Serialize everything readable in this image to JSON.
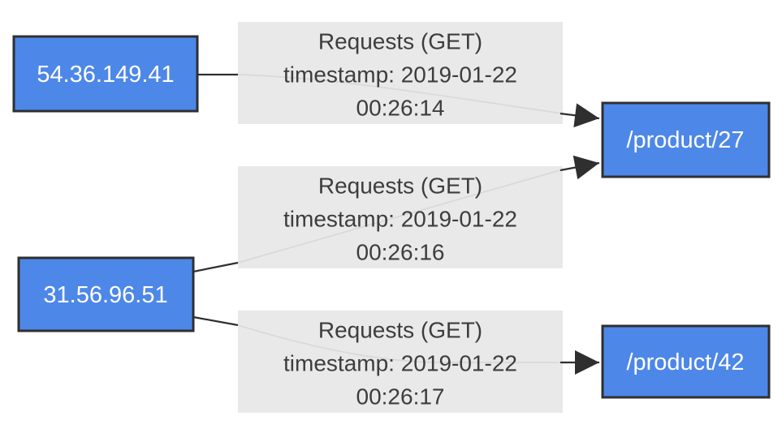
{
  "colors": {
    "node_fill": "#4d87e8",
    "node_border": "#2f2f2f",
    "node_text": "#ffffff",
    "label_bg": "#e9e9e9",
    "label_text": "#3d3d3d",
    "edge_dark": "#2f2f2f",
    "edge_light": "#d9d9d9"
  },
  "nodes": {
    "ip1": {
      "label": "54.36.149.41"
    },
    "ip2": {
      "label": "31.56.96.51"
    },
    "url1": {
      "label": "/product/27"
    },
    "url2": {
      "label": "/product/42"
    }
  },
  "edges": {
    "e1": {
      "from": "54.36.149.41",
      "to": "/product/27",
      "title": "Requests (GET)",
      "timestamp": "timestamp: 2019-01-22",
      "time": "00:26:14"
    },
    "e2": {
      "from": "31.56.96.51",
      "to": "/product/27",
      "title": "Requests (GET)",
      "timestamp": "timestamp: 2019-01-22",
      "time": "00:26:16"
    },
    "e3": {
      "from": "31.56.96.51",
      "to": "/product/42",
      "title": "Requests (GET)",
      "timestamp": "timestamp: 2019-01-22",
      "time": "00:26:17"
    }
  }
}
